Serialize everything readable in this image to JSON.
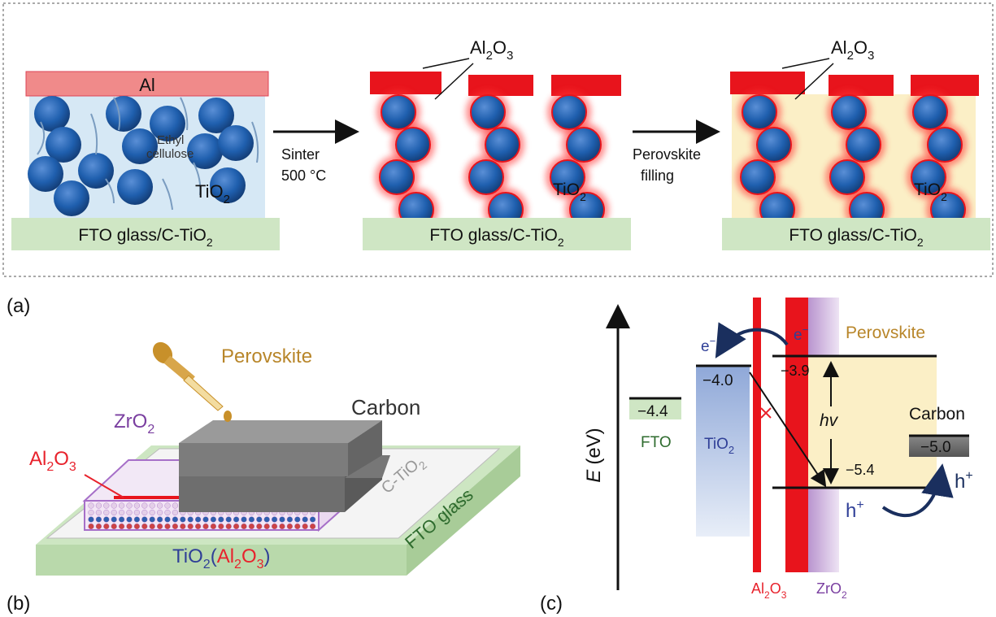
{
  "panel_a": {
    "label": "(a)",
    "step1": {
      "top_layer": "Al",
      "binder": "Ethyl cellulose",
      "binder_line1": "Ethyl",
      "binder_line2": "cellulose",
      "particles": "TiO",
      "particles_sub": "2",
      "substrate": "FTO glass/C-TiO",
      "substrate_sub": "2"
    },
    "arrow1": {
      "line1": "Sinter",
      "line2": "500 °C"
    },
    "step2": {
      "coating": "Al",
      "coating_sub": "2",
      "coating_mid": "O",
      "coating_sub2": "3",
      "particles": "TiO",
      "particles_sub": "2",
      "substrate": "FTO glass/C-TiO",
      "substrate_sub": "2"
    },
    "arrow2": {
      "line1": "Perovskite",
      "line2": "filling"
    },
    "step3": {
      "coating": "Al",
      "coating_sub": "2",
      "coating_mid": "O",
      "coating_sub2": "3",
      "particles": "TiO",
      "particles_sub": "2",
      "substrate": "FTO glass/C-TiO",
      "substrate_sub": "2"
    }
  },
  "panel_b": {
    "label": "(b)",
    "perovskite": "Perovskite",
    "carbon": "Carbon",
    "zro2": "ZrO",
    "zro2_sub": "2",
    "al2o3_a": "Al",
    "al2o3_sub1": "2",
    "al2o3_b": "O",
    "al2o3_sub2": "3",
    "c_tio2": "C-TiO",
    "c_tio2_sub": "2",
    "fto": "FTO glass",
    "mix_a": "TiO",
    "mix_sub": "2",
    "mix_b": "(",
    "mix_c": "Al",
    "mix_c_sub1": "2",
    "mix_d": "O",
    "mix_d_sub2": "3",
    "mix_e": ")"
  },
  "panel_c": {
    "label": "(c)",
    "axis_label": "E",
    "axis_unit": "(eV)",
    "fto_value": "−4.4",
    "fto_label": "FTO",
    "tio2_value": "−4.0",
    "tio2_label": "TiO",
    "tio2_sub": "2",
    "perov_cb": "−3.9",
    "perov_vb": "−5.4",
    "perov_label": "Perovskite",
    "hv": "hv",
    "carbon_label": "Carbon",
    "carbon_value": "−5.0",
    "electron1": "e",
    "electron2": "e",
    "e_sup": "−",
    "hole1": "h",
    "hole2": "h",
    "h_sup": "+",
    "al2o3_a": "Al",
    "al2o3_sub1": "2",
    "al2o3_b": "O",
    "al2o3_sub2": "3",
    "zro2": "ZrO",
    "zro2_sub": "2",
    "colors": {
      "al2o3": "#e8222c",
      "tio2": "#2f3f97",
      "perovskite": "#b8862a",
      "fto": "#2e6b2e",
      "zro2": "#7a3fa0",
      "carbon": "#333333"
    }
  }
}
